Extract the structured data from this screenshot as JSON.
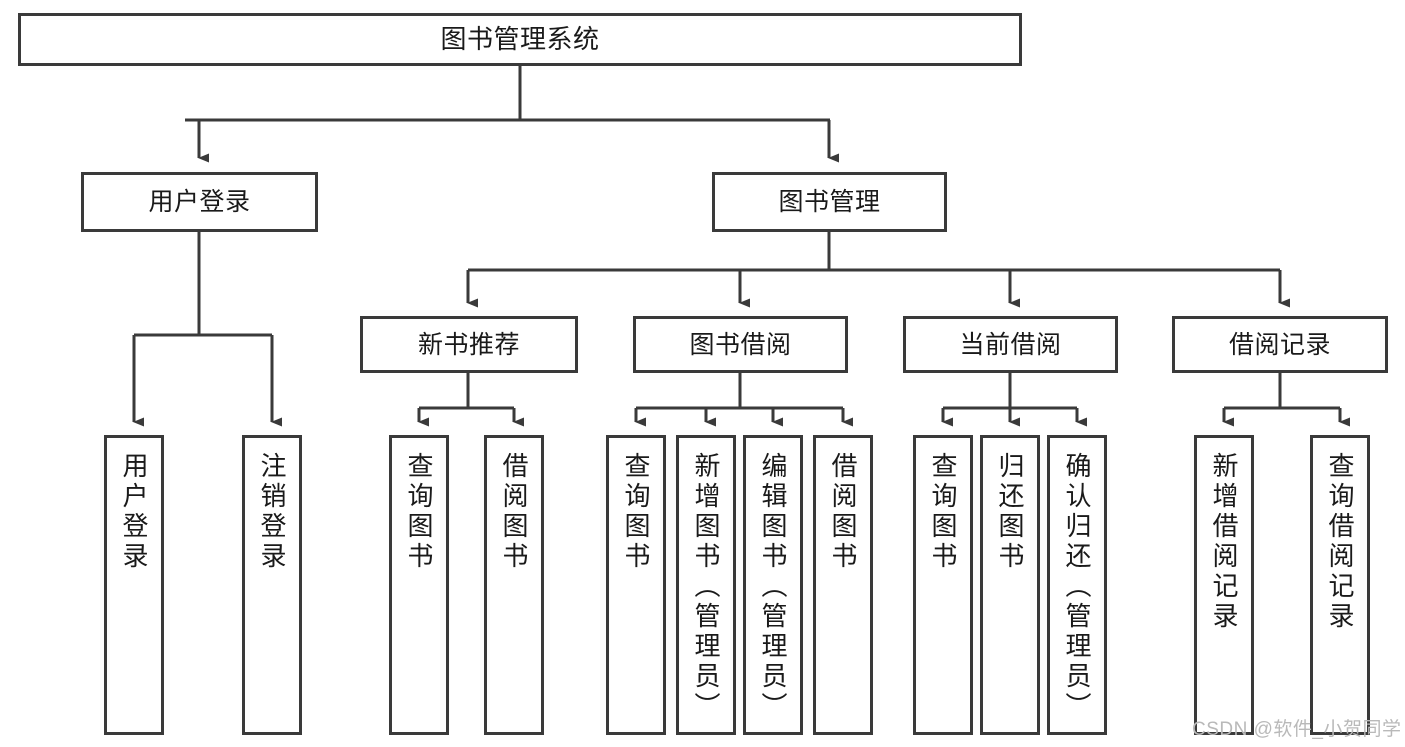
{
  "diagram": {
    "title_node": {
      "id": "root",
      "label": "图书管理系统"
    },
    "level1": [
      {
        "id": "user-login",
        "label": "用户登录"
      },
      {
        "id": "book-management",
        "label": "图书管理"
      }
    ],
    "level2": [
      {
        "id": "new-book-recommend",
        "label": "新书推荐",
        "parent": "book-management"
      },
      {
        "id": "book-borrow",
        "label": "图书借阅",
        "parent": "book-management"
      },
      {
        "id": "current-borrow",
        "label": "当前借阅",
        "parent": "book-management"
      },
      {
        "id": "borrow-record",
        "label": "借阅记录",
        "parent": "book-management"
      }
    ],
    "leaves": [
      {
        "id": "leaf-user-login",
        "label": "用户登录",
        "parent": "user-login"
      },
      {
        "id": "leaf-logout-login",
        "label": "注销登录",
        "parent": "user-login"
      },
      {
        "id": "leaf-query-book-1",
        "label": "查询图书",
        "parent": "new-book-recommend"
      },
      {
        "id": "leaf-borrow-book-1",
        "label": "借阅图书",
        "parent": "new-book-recommend"
      },
      {
        "id": "leaf-query-book-2",
        "label": "查询图书",
        "parent": "book-borrow"
      },
      {
        "id": "leaf-add-book",
        "label": "新增图书（管理员）",
        "parent": "book-borrow"
      },
      {
        "id": "leaf-edit-book",
        "label": "编辑图书（管理员）",
        "parent": "book-borrow"
      },
      {
        "id": "leaf-borrow-book-2",
        "label": "借阅图书",
        "parent": "book-borrow"
      },
      {
        "id": "leaf-query-book-3",
        "label": "查询图书",
        "parent": "current-borrow"
      },
      {
        "id": "leaf-return-book",
        "label": "归还图书",
        "parent": "current-borrow"
      },
      {
        "id": "leaf-confirm-return",
        "label": "确认归还（管理员）",
        "parent": "current-borrow"
      },
      {
        "id": "leaf-add-borrow-record",
        "label": "新增借阅记录",
        "parent": "borrow-record"
      },
      {
        "id": "leaf-query-borrow-record",
        "label": "查询借阅记录",
        "parent": "borrow-record"
      }
    ],
    "watermark": "CSDN @软件_小贺同学",
    "colors": {
      "stroke": "#3a3a3a",
      "box_fill": "#ffffff",
      "text": "#1a1a1a",
      "watermark": "#b9b9b9"
    }
  }
}
